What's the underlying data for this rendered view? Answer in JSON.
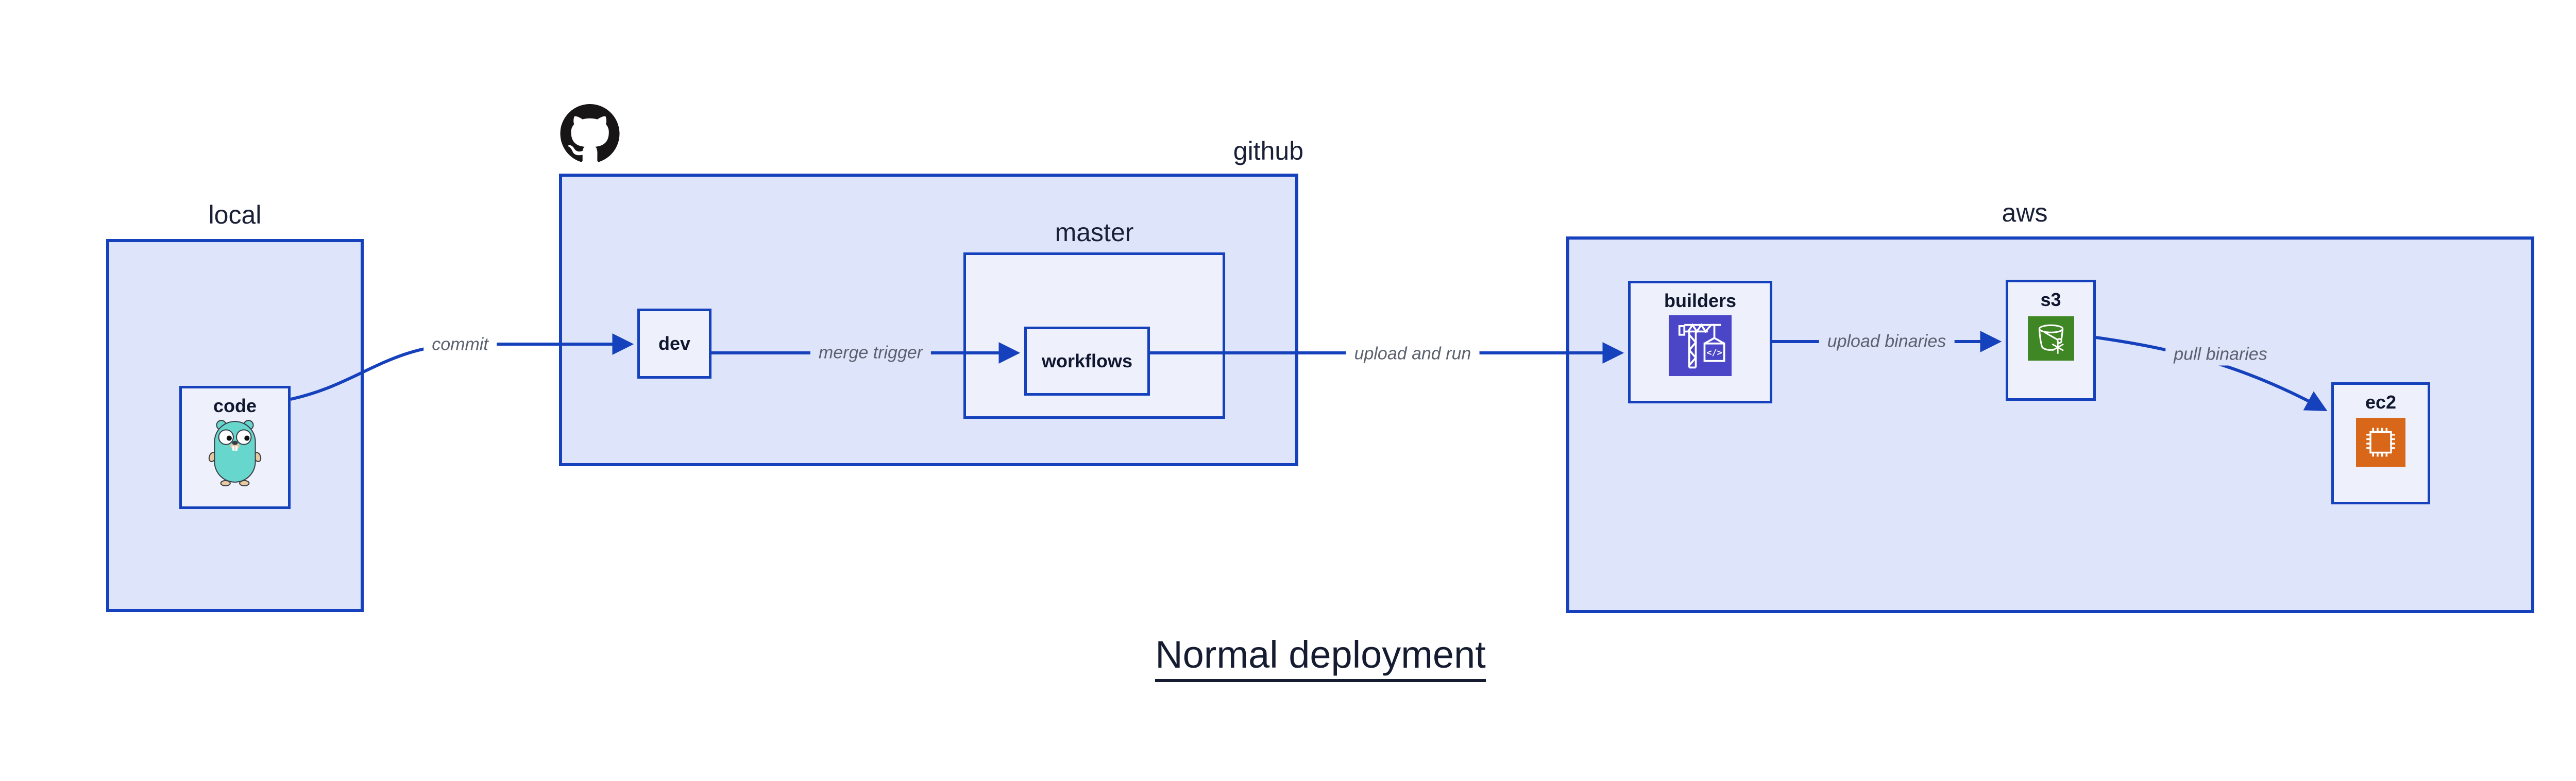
{
  "title": {
    "text": "Normal deployment"
  },
  "groups": {
    "local": {
      "label": "local"
    },
    "github": {
      "label": "github"
    },
    "master": {
      "label": "master"
    },
    "aws": {
      "label": "aws"
    }
  },
  "nodes": {
    "code": {
      "label": "code"
    },
    "dev": {
      "label": "dev"
    },
    "workflows": {
      "label": "workflows"
    },
    "builders": {
      "label": "builders"
    },
    "s3": {
      "label": "s3"
    },
    "ec2": {
      "label": "ec2"
    }
  },
  "edges": {
    "commit": {
      "label": "commit"
    },
    "merge_trigger": {
      "label": "merge trigger"
    },
    "upload_and_run": {
      "label": "upload and run"
    },
    "upload_binaries": {
      "label": "upload binaries"
    },
    "pull_binaries": {
      "label": "pull binaries"
    }
  },
  "icons": {
    "github_logo": "github-octocat-logo",
    "gopher": "go-gopher-mascot",
    "codebuild": "aws-codebuild-crane",
    "codebuild_glyph": "</>",
    "s3_bucket": "aws-s3-glacier-bucket",
    "ec2_chip": "aws-ec2-chip"
  },
  "colors": {
    "edge_blue": "#1641bd",
    "group_fill": "#dee4f9",
    "node_fill": "#eef1fc",
    "codebuild_bg": "#4a46c7",
    "s3_bg": "#3f8624",
    "ec2_bg": "#d9671a",
    "edge_label_gray": "#5b616e",
    "text_navy": "#151b30",
    "logo_black": "#171515",
    "gopher_teal": "#67d7ce"
  }
}
